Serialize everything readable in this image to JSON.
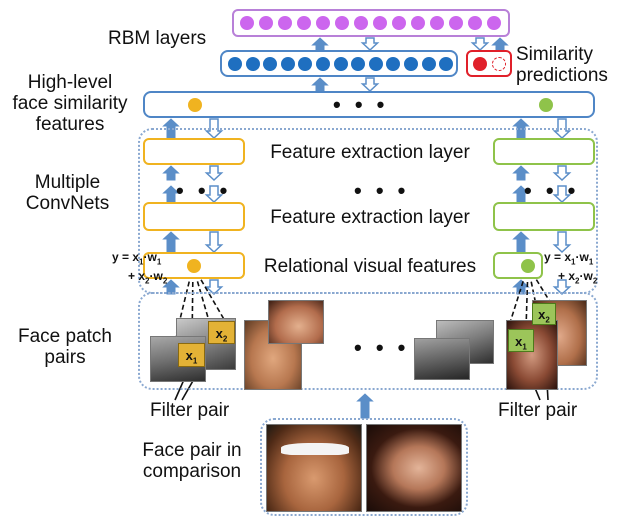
{
  "labels": {
    "rbm_layers": "RBM layers",
    "high_level_1": "High-level",
    "high_level_2": "face similarity",
    "high_level_3": "features",
    "multiple_1": "Multiple",
    "multiple_2": "ConvNets",
    "face_patch_1": "Face patch",
    "face_patch_2": "pairs",
    "face_pair_1": "Face pair in",
    "face_pair_2": "comparison",
    "similarity_1": "Similarity",
    "similarity_2": "predictions",
    "feature_extraction_top": "Feature extraction layer",
    "feature_extraction_bottom": "Feature extraction layer",
    "relational": "Relational visual features",
    "filter_pair_left": "Filter pair",
    "filter_pair_right": "Filter pair",
    "ellipsis": "• • •"
  },
  "equations": {
    "left_line1_a": "y = x",
    "left_line1_b": "1",
    "left_line1_c": "·w",
    "left_line1_d": "1",
    "left_line2_a": "+ x",
    "left_line2_b": "2",
    "left_line2_c": "·w",
    "left_line2_d": "2",
    "right_line1_a": "y = x",
    "right_line1_b": "1",
    "right_line1_c": "·w",
    "right_line1_d": "1",
    "right_line2_a": "+ x",
    "right_line2_b": "2",
    "right_line2_c": "·w",
    "right_line2_d": "2"
  },
  "filters": {
    "x1": "x",
    "x1_sub": "1",
    "x2": "x",
    "x2_sub": "2"
  },
  "colors": {
    "rbm_top": "#cc66ee",
    "rbm_mid": "#1f6fc0",
    "orange": "#f0b320",
    "green": "#8fc34a",
    "red": "#e0202a",
    "blue_arrow": "#5b8ec8"
  },
  "layers": {
    "rbm_top_units": 14,
    "rbm_mid_units": 13
  }
}
